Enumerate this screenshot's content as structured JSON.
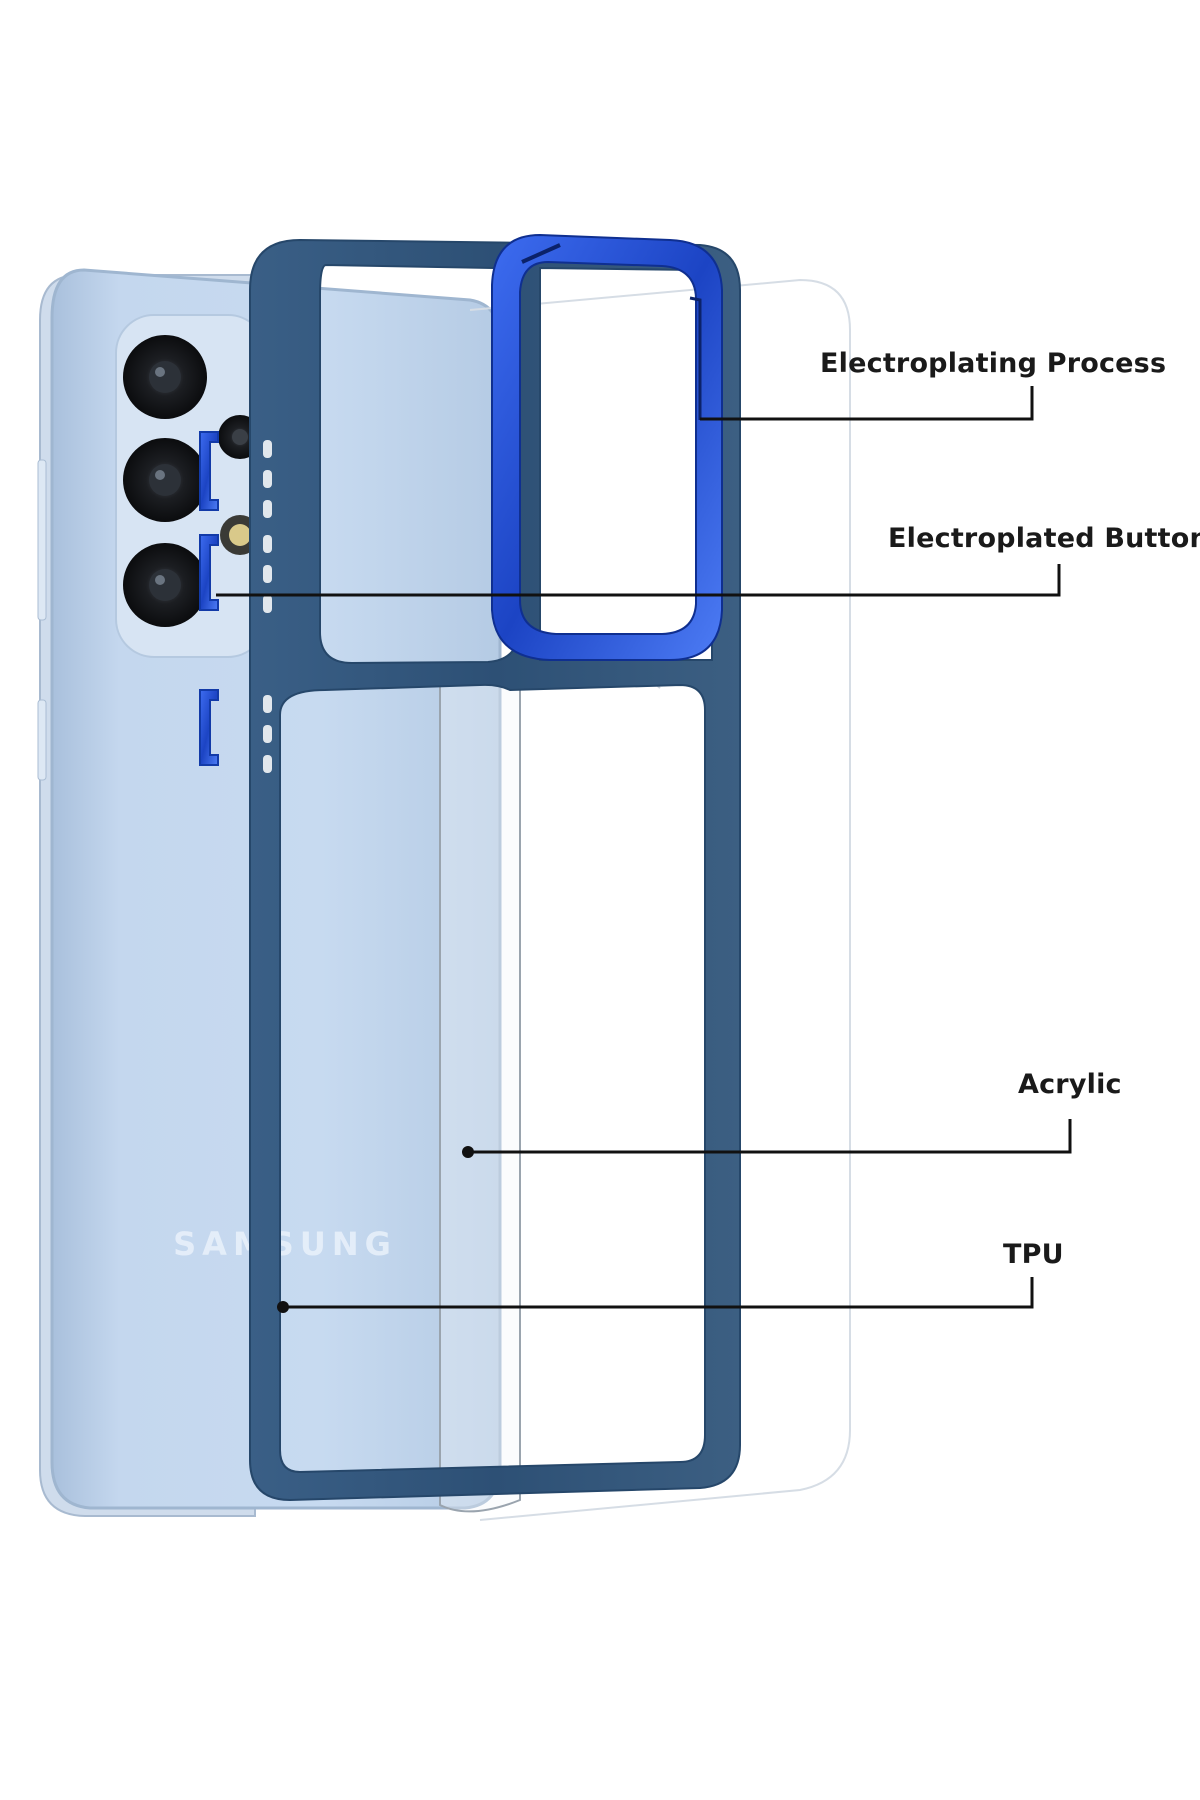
{
  "callouts": {
    "electroplating_process": "Electroplating Process",
    "electroplated_button": "Electroplated Button",
    "acrylic": "Acrylic",
    "tpu": "TPU"
  },
  "brand_text": "SAMSUNG",
  "colors": {
    "background": "#ffffff",
    "phone_body": "#bcd2ea",
    "phone_edge": "#9fb6d0",
    "tpu_frame": "#2f5478",
    "electroplated_ring": "#1f4fd0",
    "leader_line": "#111111",
    "label_text": "#1a1a1a"
  },
  "icons": {
    "camera_lens": "camera-lens-icon",
    "flash": "flash-icon"
  }
}
